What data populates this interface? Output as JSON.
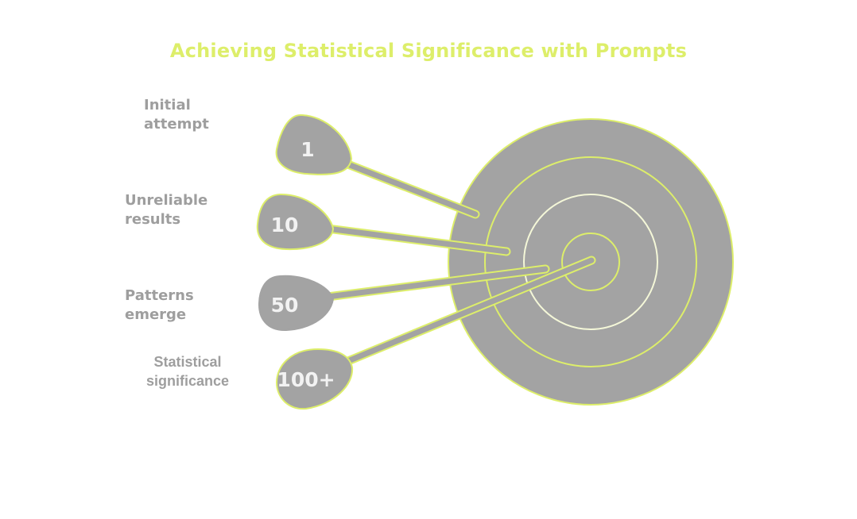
{
  "title": "Achieving Statistical Significance with Prompts",
  "colors": {
    "accent": "#DDEE6A",
    "fill": "#A3A3A3",
    "label": "#9E9E9E",
    "value_text": "#F2F2F2"
  },
  "darts": [
    {
      "value": "1",
      "label": "Initial\nattempt"
    },
    {
      "value": "10",
      "label": "Unreliable\nresults"
    },
    {
      "value": "50",
      "label": "Patterns\n emerge"
    },
    {
      "value": "100+",
      "label": "Statistical\nsignificance"
    }
  ]
}
